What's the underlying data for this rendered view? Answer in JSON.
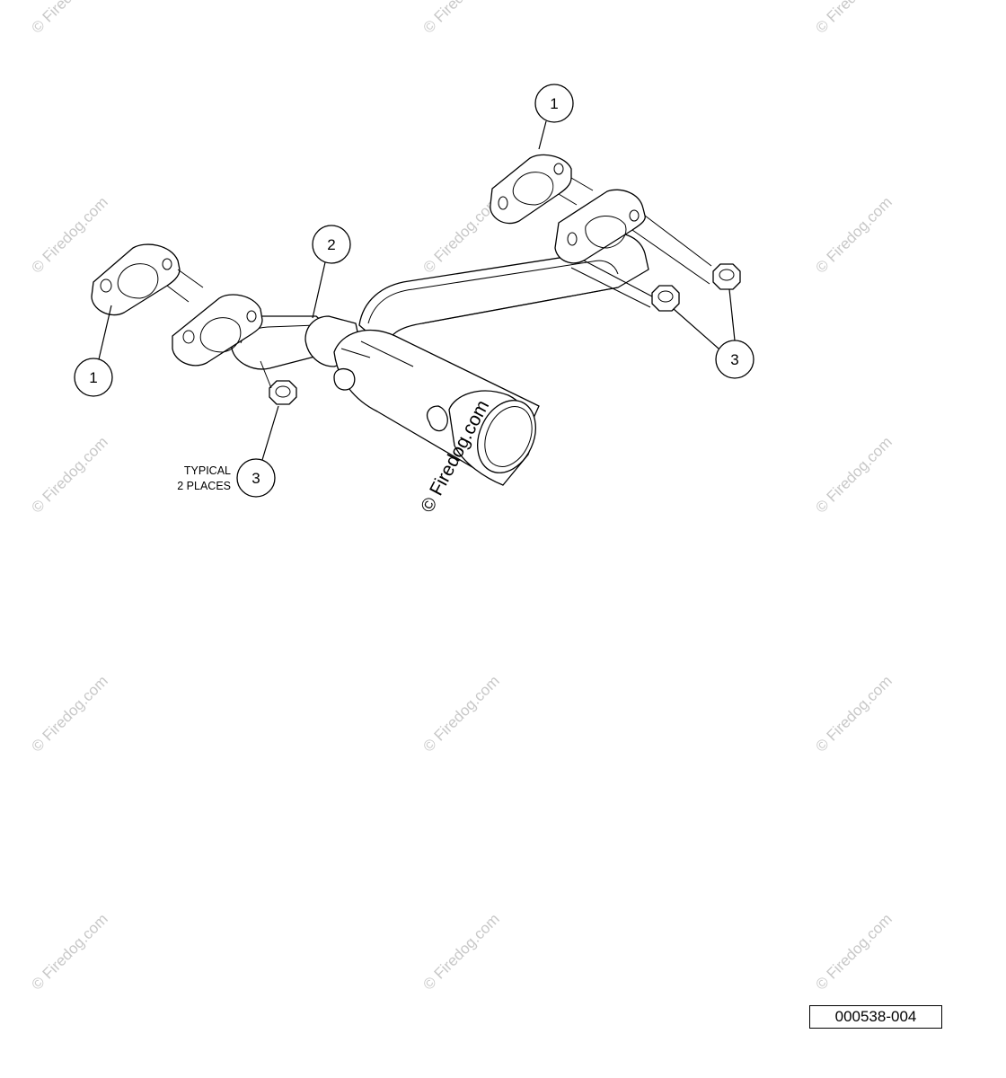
{
  "diagram": {
    "callouts": {
      "left_flange": "1",
      "right_flange": "1",
      "pipe": "2",
      "nut_left": "3",
      "nuts_right": "3"
    },
    "note": {
      "line1": "TYPICAL",
      "line2": "2 PLACES"
    },
    "reference_number": "000538-004",
    "watermark": "© Firedog.com"
  }
}
